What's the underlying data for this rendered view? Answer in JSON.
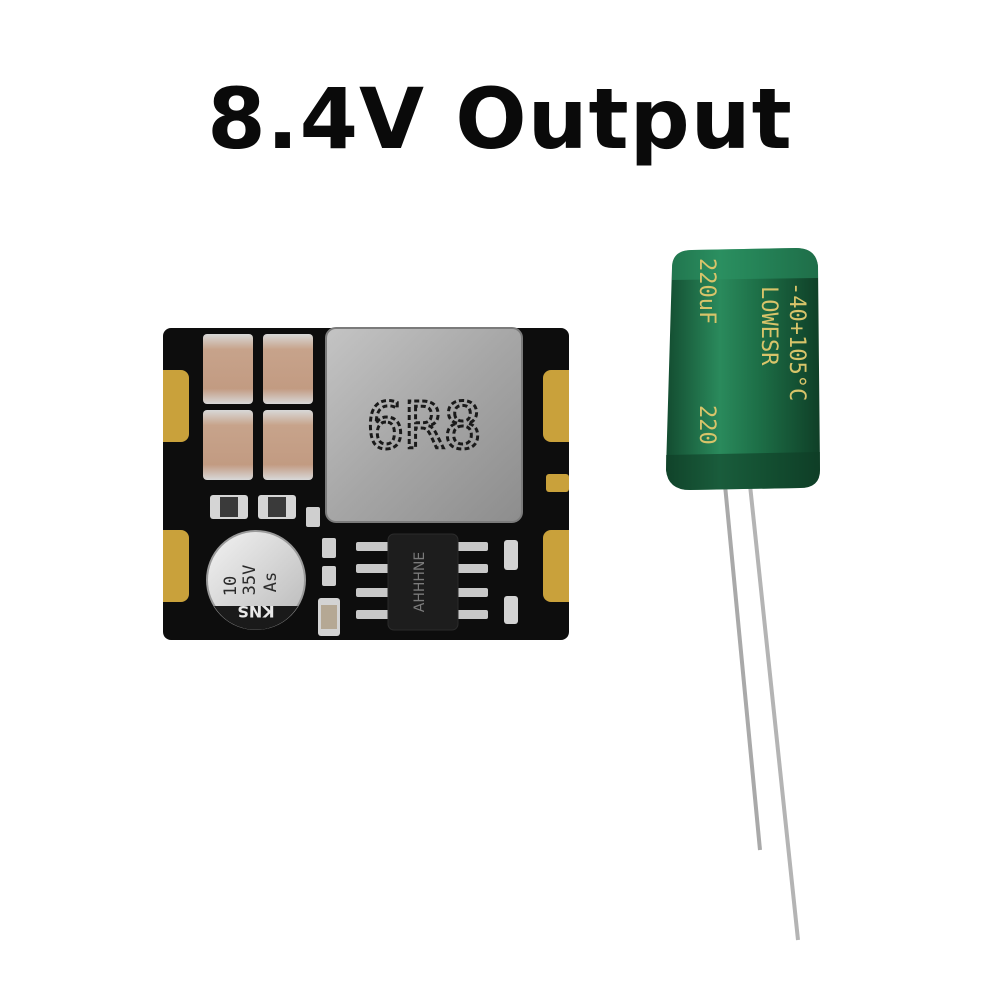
{
  "title": "8.4V Output",
  "inductor_marking": "6R8",
  "small_cap_lines": [
    "10",
    "35V",
    "As",
    "KNS"
  ],
  "ic_marking": "AHHHNE",
  "electrolytic_cap_markings": [
    "-40+105°C",
    "LOWESR",
    "220uF",
    "220"
  ],
  "colors": {
    "pcb": "#0d0d0d",
    "gold_pad": "#c9a13b",
    "inductor": "#a7a7a7",
    "ceramic_cap": "#c89f86",
    "electrolytic_body": "#1f7a4f",
    "marking_gold": "#d8c46a"
  }
}
